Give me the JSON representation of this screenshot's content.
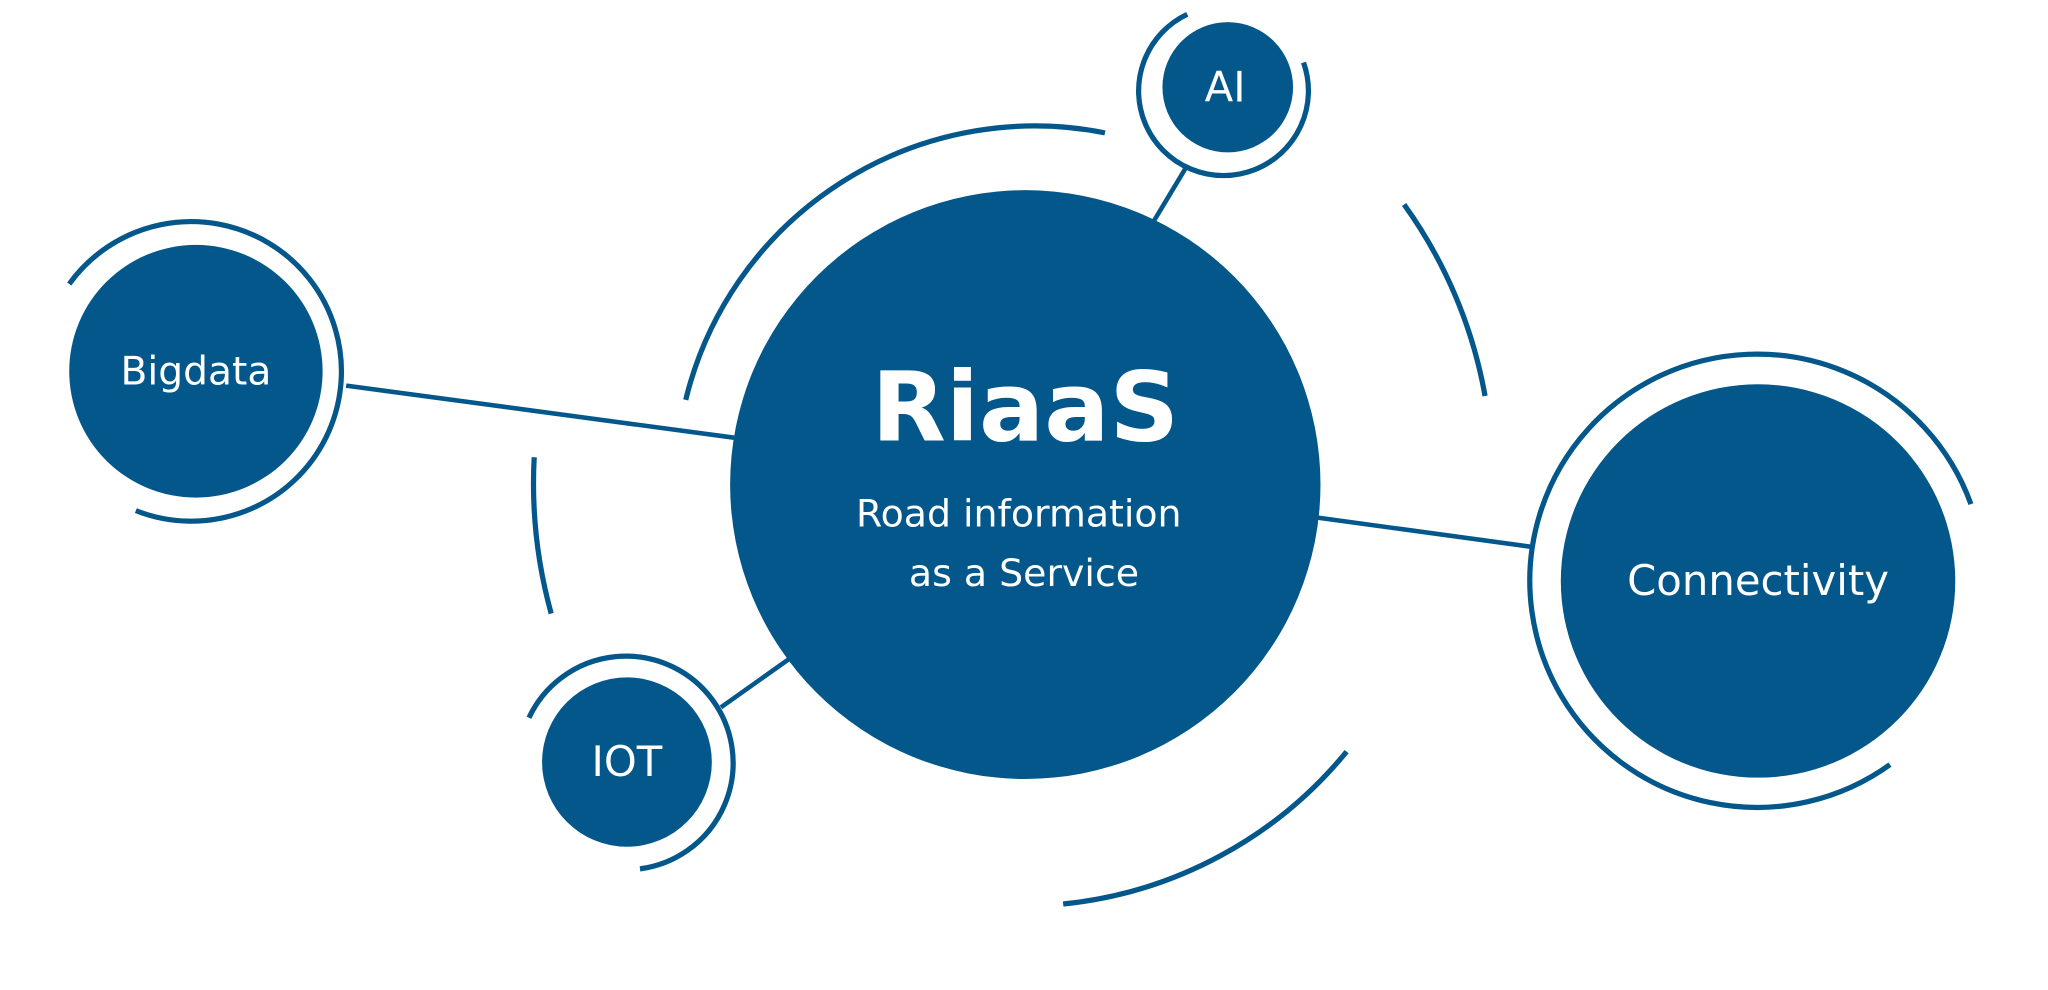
{
  "colors": {
    "primary": "#03578a",
    "text": "#ffffff"
  },
  "center": {
    "title": "RiaaS",
    "subtitle_line1": "Road information",
    "subtitle_line2": "as a Service"
  },
  "nodes": {
    "bigdata": "Bigdata",
    "ai": "AI",
    "iot": "IOT",
    "connectivity": "Connectivity"
  }
}
